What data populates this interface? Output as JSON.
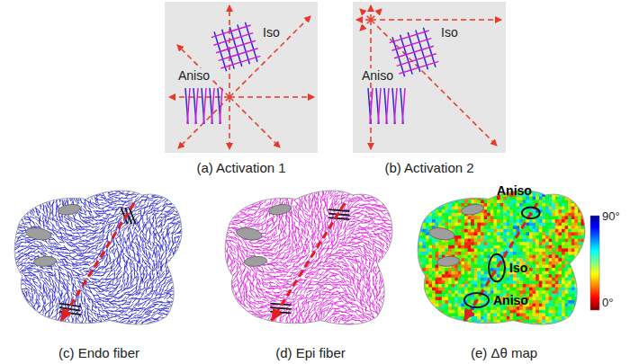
{
  "diagram": {
    "labels": [
      "Iso",
      "Aniso",
      "(a) Activation 1",
      "Iso",
      "Aniso",
      "(b) Activation 2",
      "(c) Endo fiber",
      "(d) Epi fiber",
      "Aniso",
      "Iso",
      "Aniso",
      "(e) Δθ map",
      "90°",
      "0°"
    ]
  }
}
